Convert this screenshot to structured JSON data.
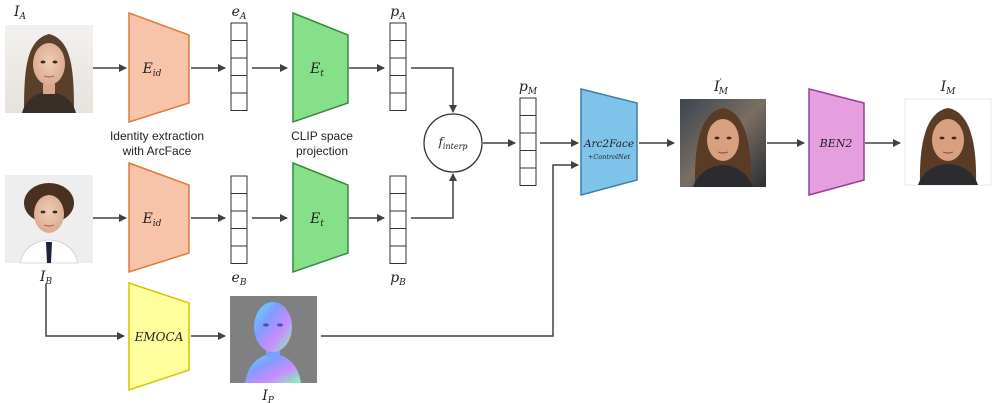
{
  "inputs": {
    "a_label": "I",
    "a_sub": "A",
    "b_label": "I",
    "b_sub": "B"
  },
  "encoders": {
    "identity_label": "E",
    "identity_sub": "id",
    "text_label": "E",
    "text_sub": "t",
    "emoca_label": "EMOCA"
  },
  "vectors": {
    "ea_label": "e",
    "ea_sub": "A",
    "eb_label": "e",
    "eb_sub": "B",
    "pa_label": "p",
    "pa_sub": "A",
    "pb_label": "p",
    "pb_sub": "B",
    "pm_label": "p",
    "pm_sub": "M"
  },
  "captions": {
    "identity_line1": "Identity extraction",
    "identity_line2": "with ArcFace",
    "clip_line1": "CLIP space",
    "clip_line2": "projection"
  },
  "interp": {
    "label": "f",
    "sub": "interp"
  },
  "arc2face": {
    "label": "Arc2Face",
    "sub_label": "+ControlNet"
  },
  "ben2": {
    "label": "BEN2"
  },
  "outputs": {
    "intermediate_label": "I",
    "intermediate_prime": "′",
    "intermediate_sub": "M",
    "final_label": "I",
    "final_sub": "M",
    "normal_label": "I",
    "normal_sub": "P"
  },
  "colors": {
    "identity_fill": "#F7C3A9",
    "identity_stroke": "#E07A3A",
    "text_fill": "#86E08A",
    "text_stroke": "#3A8A3C",
    "emoca_fill": "#FFFF9E",
    "emoca_stroke": "#D8C400",
    "arc2face_fill": "#7EC3EA",
    "arc2face_stroke": "#3A7FB0",
    "ben2_fill": "#E69FDE",
    "ben2_stroke": "#9B3D96"
  }
}
